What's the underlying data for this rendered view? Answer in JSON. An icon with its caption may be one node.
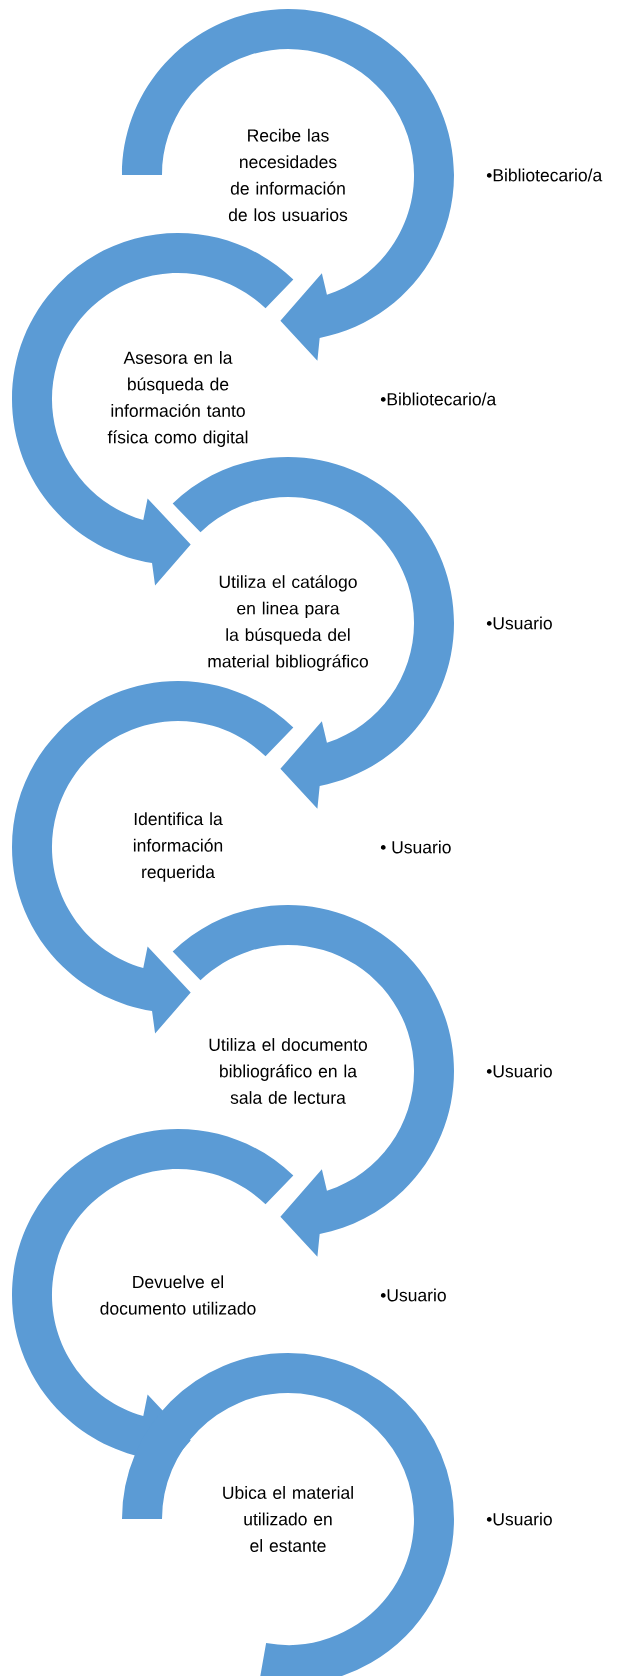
{
  "diagram": {
    "nodes": [
      {
        "text": [
          "Recibe las necesidades de información de los usuarios"
        ]
      },
      {
        "text": [
          "Asesora en la búsqueda de información tanto física como digital"
        ]
      },
      {
        "text": [
          "Utiliza el catálogo en linea para la búsqueda del material bibliográfico"
        ]
      },
      {
        "text": [
          "Identifica la información requerida"
        ]
      },
      {
        "text": [
          "Utiliza el documento bibliográfico en la sala de lectura"
        ]
      },
      {
        "text": [
          "Devuelve el documento utilizado"
        ]
      },
      {
        "text": [
          "Ubica el material utilizado en el estante"
        ]
      }
    ],
    "edges": [
      {
        "from": 0,
        "to": 1,
        "arrow": "to"
      },
      {
        "from": 1,
        "to": 2,
        "arrow": "to"
      },
      {
        "from": 2,
        "to": 3,
        "arrow": "to"
      },
      {
        "from": 3,
        "to": 4,
        "arrow": "to"
      },
      {
        "from": 4,
        "to": 5,
        "arrow": "to"
      },
      {
        "from": 5,
        "to": 6,
        "arrow": "to"
      }
    ],
    "labels": [
      "•Bibliotecario/a",
      "•Bibliotecario/a",
      "•Usuario",
      "• Usuario",
      "•Usuario",
      "•Usuario",
      "•Usuario"
    ]
  }
}
